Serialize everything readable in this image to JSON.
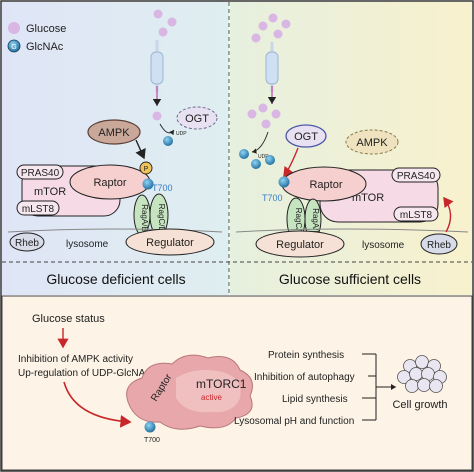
{
  "legend": {
    "glucose": "Glucose",
    "glcnac": "GlcNAc",
    "glcnac_symbol": "G"
  },
  "left": {
    "caption": "Glucose deficient cells",
    "ogt": "OGT",
    "ampk": "AMPK",
    "udp": "UDP",
    "p": "P",
    "pras40": "PRAS40",
    "mtor": "mTOR",
    "mlst8": "mLST8",
    "raptor": "Raptor",
    "t700": "T700",
    "ragcd": "RagC/D",
    "ragab": "RagA/B",
    "rheb": "Rheb",
    "lysosome": "lysosome",
    "regulator": "Regulator"
  },
  "right": {
    "caption": "Glucose sufficient cells",
    "ogt": "OGT",
    "ampk": "AMPK",
    "udp": "UDP",
    "pras40": "PRAS40",
    "mtor": "mTOR",
    "mlst8": "mLST8",
    "raptor": "Raptor",
    "t700": "T700",
    "ragcd": "RagC/D",
    "ragab": "RagA/B",
    "rheb": "Rheb",
    "lysosome": "lysosome",
    "regulator": "Regulator"
  },
  "bottom": {
    "glucose_status": "Glucose status",
    "inhibition_ampk": "Inhibition of AMPK activity",
    "upregulation": "Up-regulation of UDP-GlcNAc",
    "raptor": "Raptor",
    "mtorc1": "mTORC1",
    "active": "active",
    "t700": "T700",
    "outcomes": [
      "Protein synthesis",
      "Inhibition of autophagy",
      "Lipid synthesis",
      "Lysosomal pH and function"
    ],
    "cell_growth": "Cell growth"
  },
  "colors": {
    "left_bg": "#dfe6f7",
    "right_bg": "#f8f3d2",
    "bottom_bg": "#fdf3e6",
    "raptor": "#f6cfcf",
    "mtor": "#f6dbe6",
    "rag": "#c6e4c0",
    "regulator": "#f5e1d5",
    "ampk": "#c9a89a",
    "ogt": "#e7e1f1",
    "glucose": "#d9b6e3",
    "arrow_red": "#c8262a"
  }
}
